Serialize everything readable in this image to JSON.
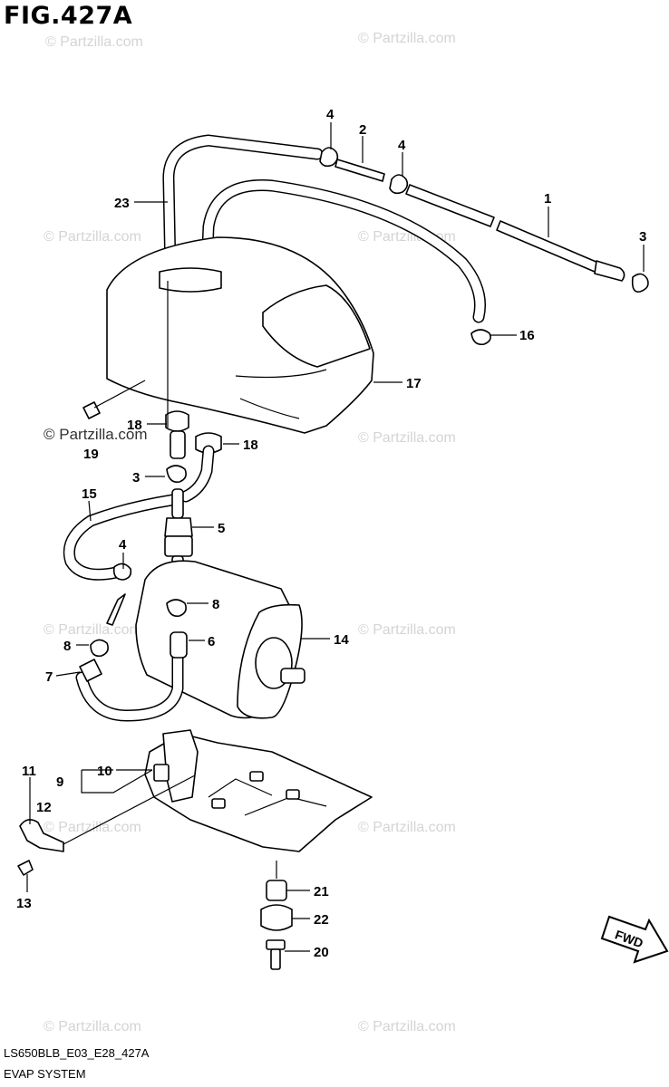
{
  "title": "FIG.427A",
  "watermark_text": "© Partzilla.com",
  "footer": {
    "code": "LS650BLB_E03_E28_427A",
    "name": "EVAP SYSTEM"
  },
  "fwd_label": "FWD",
  "callouts": {
    "c1": "1",
    "c2": "2",
    "c3a": "3",
    "c3b": "3",
    "c4a": "4",
    "c4b": "4",
    "c4c": "4",
    "c5": "5",
    "c6": "6",
    "c7": "7",
    "c8a": "8",
    "c8b": "8",
    "c9": "9",
    "c10": "10",
    "c11": "11",
    "c12": "12",
    "c13": "13",
    "c14": "14",
    "c15": "15",
    "c16": "16",
    "c17": "17",
    "c18a": "18",
    "c18b": "18",
    "c19": "19",
    "c20": "20",
    "c21": "21",
    "c22": "22",
    "c23": "23"
  }
}
